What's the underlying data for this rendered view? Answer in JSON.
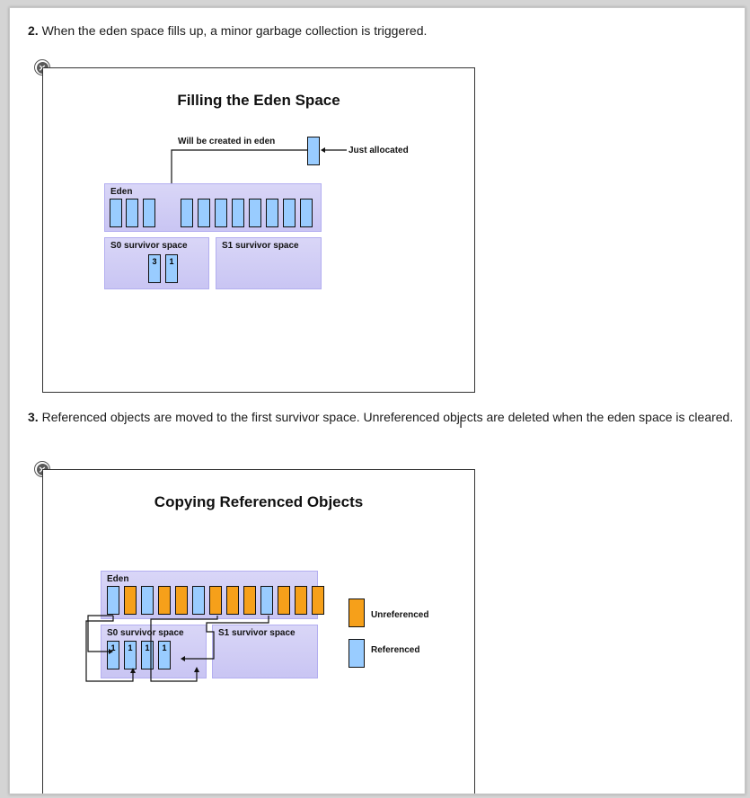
{
  "steps": [
    {
      "num": "2.",
      "text": "When the eden space fills up, a minor garbage collection is triggered."
    },
    {
      "num": "3.",
      "text": "Referenced objects are moved to the first survivor space. Unreferenced objects are deleted when the eden space is cleared."
    }
  ],
  "fig1": {
    "title": "Filling the Eden Space",
    "will_be_created": "Will be created in eden",
    "just_allocated": "Just allocated",
    "eden_label": "Eden",
    "s0_label": "S0 survivor space",
    "s1_label": "S1 survivor space",
    "s0_objects": [
      "3",
      "1"
    ]
  },
  "fig2": {
    "title": "Copying Referenced Objects",
    "eden_label": "Eden",
    "s0_label": "S0 survivor space",
    "s1_label": "S1 survivor space",
    "s0_objects": [
      "1",
      "1",
      "1",
      "1"
    ],
    "legend": {
      "unreferenced": "Unreferenced",
      "referenced": "Referenced"
    },
    "eden_colors": [
      "blue",
      "orange",
      "blue",
      "orange",
      "orange",
      "blue",
      "orange",
      "orange",
      "orange",
      "blue",
      "orange",
      "orange",
      "orange"
    ]
  },
  "close_icon": "×",
  "colors": {
    "referenced": "#99ccff",
    "unreferenced": "#f6a01a",
    "space": "#cfcbf5"
  }
}
